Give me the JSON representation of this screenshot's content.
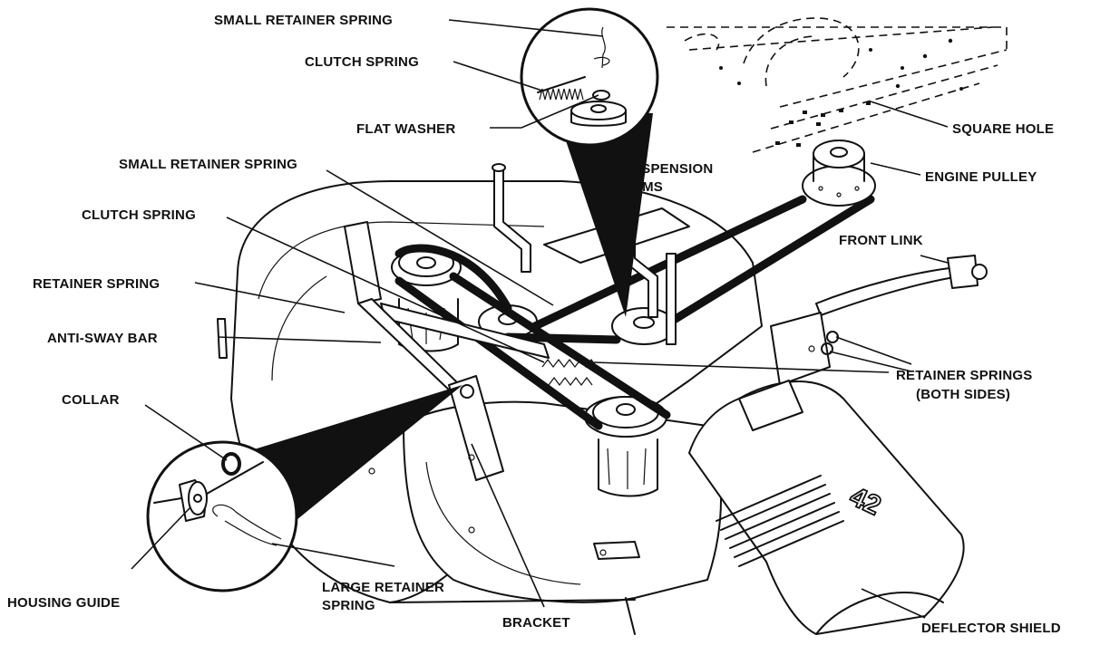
{
  "labels": {
    "small_retainer_spring_top": "SMALL RETAINER SPRING",
    "clutch_spring_top": "CLUTCH SPRING",
    "flat_washer": "FLAT WASHER",
    "square_hole": "SQUARE HOLE",
    "small_retainer_spring": "SMALL RETAINER SPRING",
    "suspension_arms_line1": "SUSPENSION",
    "suspension_arms_line2": "ARMS",
    "engine_pulley": "ENGINE PULLEY",
    "clutch_spring": "CLUTCH SPRING",
    "front_link": "FRONT LINK",
    "retainer_spring": "RETAINER SPRING",
    "anti_sway_bar": "ANTI-SWAY BAR",
    "retainer_springs_line1": "RETAINER SPRINGS",
    "retainer_springs_line2": "(BOTH SIDES)",
    "collar": "COLLAR",
    "housing_guide": "HOUSING GUIDE",
    "large_retainer_spring_line1": "LARGE RETAINER",
    "large_retainer_spring_line2": "SPRING",
    "bracket": "BRACKET",
    "deflector_shield": "DEFLECTOR SHIELD",
    "deck_size_marking": "42"
  }
}
